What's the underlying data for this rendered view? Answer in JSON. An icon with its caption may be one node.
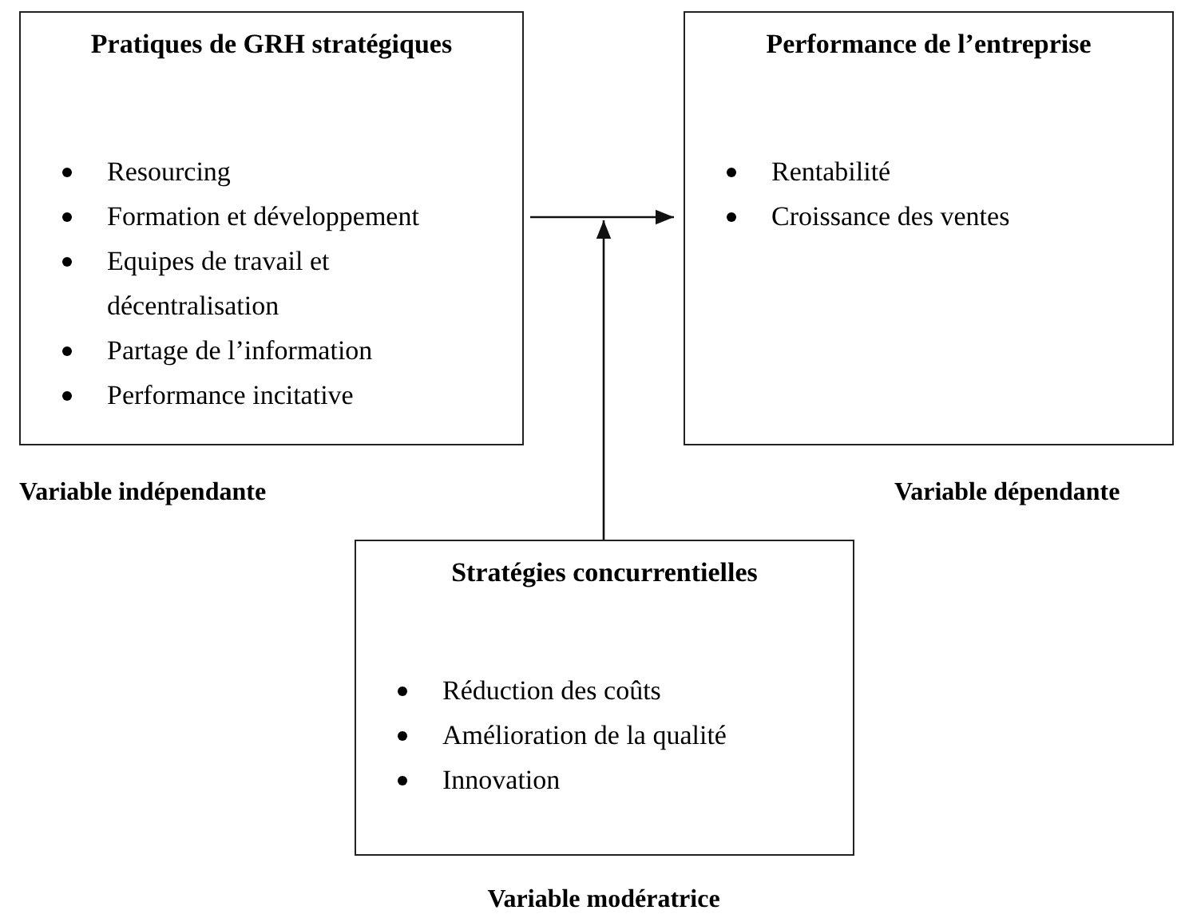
{
  "diagram": {
    "nodes": [
      {
        "text": [
          "Pratiques de GRH stratégiques",
          "Resourcing",
          "Formation et développement",
          "Equipes de travail et décentralisation",
          "Partage de l’information",
          "Performance incitative"
        ],
        "beside": [
          "Variable indépendante"
        ]
      },
      {
        "text": [
          "Performance de l’entreprise",
          "Rentabilité",
          "Croissance des ventes"
        ],
        "beside": [
          "Variable dépendante"
        ]
      },
      {
        "text": [
          "Stratégies concurrentielles",
          "Réduction des coûts",
          "Amélioration de la qualité",
          "Innovation"
        ],
        "beside": [
          "Variable modératrice"
        ]
      }
    ],
    "edges": [
      {
        "from": 0,
        "to": 1,
        "arrow": "to"
      },
      {
        "from": 2,
        "to": null,
        "arrow": "to"
      }
    ]
  }
}
